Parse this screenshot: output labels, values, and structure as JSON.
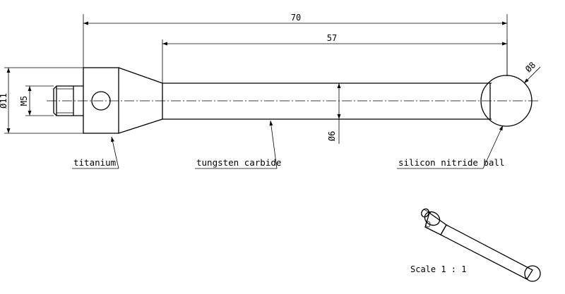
{
  "drawing": {
    "dimensions": {
      "overall_length": "70",
      "shaft_length": "57",
      "body_diameter": "Ø11",
      "thread": "M5",
      "shaft_diameter": "Ø6",
      "ball_diameter": "Ø8"
    },
    "callouts": {
      "body_material": "titanium",
      "shaft_material": "tungsten carbide",
      "ball_material": "silicon nitride ball"
    },
    "scale": "Scale 1 : 1"
  }
}
